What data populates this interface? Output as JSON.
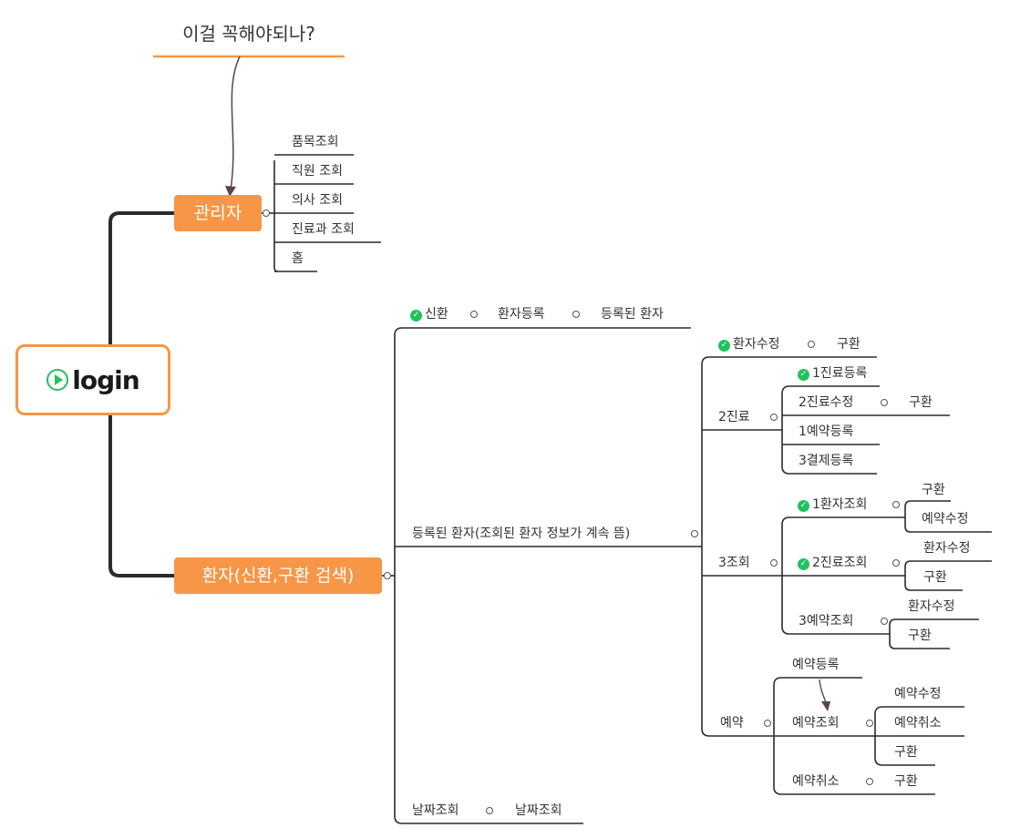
{
  "root": {
    "label": "login"
  },
  "note": {
    "label": "이걸 꼭해야되나?"
  },
  "admin": {
    "label": "관리자",
    "children": [
      "품목조회",
      "직원 조회",
      "의사 조회",
      "진료과 조회",
      "홈"
    ]
  },
  "patient": {
    "label": "환자(신환,구환 검색)",
    "new_patient": {
      "label": "신환",
      "register": "환자등록",
      "registered": "등록된 환자"
    },
    "registered_patient": {
      "label": "등록된 환자(조회된 환자 정보가 계속 뜸)",
      "edit": {
        "label": "환자수정",
        "returning": "구환"
      },
      "treatment": {
        "label": "2진료",
        "items": [
          "1진료등록",
          "2진료수정",
          "1예약등록",
          "3결제등록"
        ],
        "edit_returning": "구환"
      },
      "lookup": {
        "label": "3조회",
        "patient_lookup": {
          "label": "1환자조회",
          "children": [
            "구환",
            "예약수정"
          ]
        },
        "treatment_lookup": {
          "label": "2진료조회",
          "children": [
            "환자수정",
            "구환"
          ]
        },
        "reservation_lookup": {
          "label": "3예약조회",
          "children": [
            "환자수정",
            "구환"
          ]
        }
      },
      "reservation": {
        "label": "예약",
        "register": "예약등록",
        "lookup": {
          "label": "예약조회",
          "children": [
            "예약수정",
            "예약취소",
            "구환"
          ]
        },
        "cancel": {
          "label": "예약취소",
          "children": [
            "구환"
          ]
        }
      }
    },
    "date_lookup": {
      "label": "날짜조회",
      "child": "날짜조회"
    }
  },
  "colors": {
    "accent": "#f79646",
    "check": "#21c25e",
    "line": "#333333"
  }
}
